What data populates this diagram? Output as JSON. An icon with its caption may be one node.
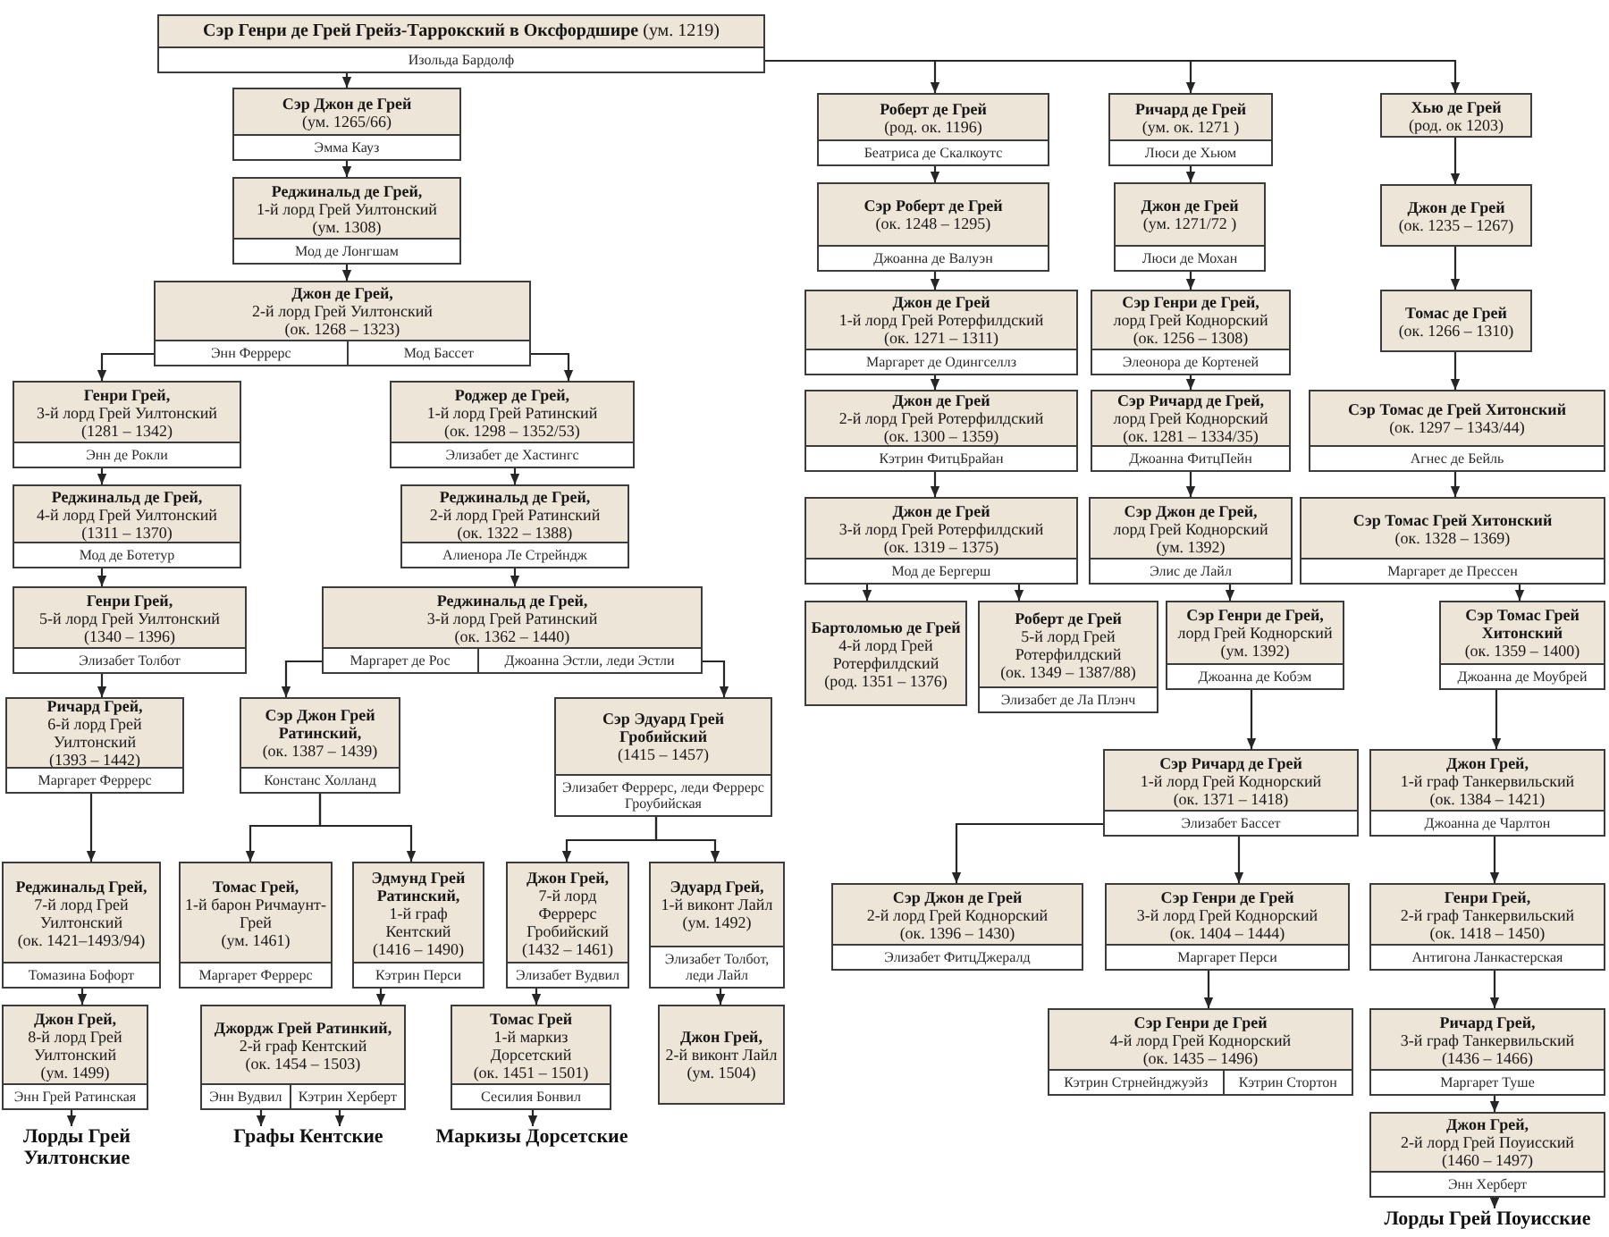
{
  "diagram": {
    "nodes": [
      {
        "text": [
          "**Сэр Генри де Грей Грейз-Таррокский в Оксфордшире** (ум. 1219)",
          "Изольда Бардолф"
        ]
      },
      {
        "text": [
          "**Сэр Джон де Грей** (ум. 1265/66)",
          "Эмма Кауз"
        ]
      },
      {
        "text": [
          "**Реджинальд де Грей,** 1-й лорд Грей Уилтонский (ум. 1308)",
          "Мод де Лонгшам"
        ]
      },
      {
        "text": [
          "**Джон де Грей,** 2-й лорд Грей Уилтонский (ок. 1268 – 1323)",
          "Энн Феррерс",
          "Мод Бассет"
        ]
      },
      {
        "text": [
          "**Генри Грей,** 3-й лорд Грей Уилтонский (1281 – 1342)",
          "Энн де Рокли"
        ]
      },
      {
        "text": [
          "**Роджер де Грей,** 1-й лорд Грей Ратинский (ок. 1298 – 1352/53)",
          "Элизабет де Хастингс"
        ]
      },
      {
        "text": [
          "**Реджинальд де Грей,** 4-й лорд Грей Уилтонский (1311 – 1370)",
          "Мод де Ботетур"
        ]
      },
      {
        "text": [
          "**Реджинальд де Грей,** 2-й лорд Грей Ратинский (ок. 1322 – 1388)",
          "Алиенора Ле Стрейндж"
        ]
      },
      {
        "text": [
          "**Генри Грей,** 5-й лорд Грей Уилтонский (1340 – 1396)",
          "Элизабет Толбот"
        ]
      },
      {
        "text": [
          "**Реджинальд де Грей,** 3-й лорд Грей Ратинский (ок. 1362 – 1440)",
          "Маргарет де Рос",
          "Джоанна Эстли, леди Эстли"
        ]
      },
      {
        "text": [
          "**Ричард Грей,** 6-й лорд Грей Уилтонский (1393 – 1442)",
          "Маргарет Феррерс"
        ]
      },
      {
        "text": [
          "**Сэр Джон Грей Ратинский,** (ок. 1387 – 1439)",
          "Констанс Холланд"
        ]
      },
      {
        "text": [
          "**Сэр Эдуард Грей Гробийский** (1415 – 1457)",
          "Элизабет Феррерс, леди Феррерс Гроубийская"
        ]
      },
      {
        "text": [
          "**Реджинальд Грей,** 7-й лорд Грей Уилтонский (ок. 1421–1493/94)",
          "Томазина Бофорт"
        ]
      },
      {
        "text": [
          "**Томас Грей,** 1-й барон Ричмаунт-Грей (ум. 1461)",
          "Маргарет Феррерс"
        ]
      },
      {
        "text": [
          "**Эдмунд Грей Ратинский,** 1-й граф Кентский (1416 – 1490)",
          "Кэтрин Перси"
        ]
      },
      {
        "text": [
          "**Джон Грей,** 7-й лорд Феррерс Гробийский (1432 – 1461)",
          "Элизабет Вудвил"
        ]
      },
      {
        "text": [
          "**Эдуард Грей,** 1-й виконт Лайл (ум. 1492)",
          "Элизабет Толбот, леди Лайл"
        ]
      },
      {
        "text": [
          "**Джон Грей,** 8-й лорд Грей Уилтонский (ум. 1499)",
          "Энн Грей Ратинская"
        ]
      },
      {
        "text": [
          "**Джордж Грей Ратинкий,** 2-й граф Кентский (ок. 1454 – 1503)",
          "Энн Вудвил",
          "Кэтрин Херберт"
        ]
      },
      {
        "text": [
          "**Томас Грей** 1-й маркиз Дорсетский (ок. 1451 – 1501)",
          "Сесилия Бонвил"
        ]
      },
      {
        "text": [
          "**Джон Грей,** 2-й виконт Лайл (ум. 1504)"
        ]
      },
      {
        "text": [
          "Лорды Грей Уилтонские"
        ]
      },
      {
        "text": [
          "Графы Кентские"
        ]
      },
      {
        "text": [
          "Маркизы Дорсетские"
        ]
      },
      {
        "text": [
          "**Роберт де Грей** (род. ок. 1196)",
          "Беатриса де Скалкоутс"
        ]
      },
      {
        "text": [
          "**Ричард де Грей** (ум. ок. 1271 )",
          "Люси де Хьюм"
        ]
      },
      {
        "text": [
          "**Хью де Грей** (род. ок 1203)"
        ]
      },
      {
        "text": [
          "**Сэр Роберт де Грей** (ок. 1248 – 1295)",
          "Джоанна де Валуэн"
        ]
      },
      {
        "text": [
          "**Джон де Грей** (ум. 1271/72 )",
          "Люси де Мохан"
        ]
      },
      {
        "text": [
          "**Джон де Грей** (ок. 1235 – 1267)"
        ]
      },
      {
        "text": [
          "**Джон де Грей** 1-й лорд Грей Ротерфилдский (ок. 1271 – 1311)",
          "Маргарет де Одингселлз"
        ]
      },
      {
        "text": [
          "**Сэр Генри де Грей,** лорд Грей Коднорский (ок. 1256 – 1308)",
          "Элеонора де Кортеней"
        ]
      },
      {
        "text": [
          "**Томас де Грей** (ок. 1266 – 1310)"
        ]
      },
      {
        "text": [
          "**Джон де Грей** 2-й лорд Грей Ротерфилдский (ок. 1300 – 1359)",
          "Кэтрин ФитцБрайан"
        ]
      },
      {
        "text": [
          "**Сэр Ричард де Грей,** лорд Грей Коднорский (ок. 1281 – 1334/35)",
          "Джоанна ФитцПейн"
        ]
      },
      {
        "text": [
          "**Сэр Томас де Грей Хитонский** (ок. 1297 – 1343/44)",
          "Агнес де Бейль"
        ]
      },
      {
        "text": [
          "**Джон де Грей** 3-й лорд Грей Ротерфилдский (ок. 1319 – 1375)",
          "Мод де Бергерш"
        ]
      },
      {
        "text": [
          "**Сэр Джон де Грей,** лорд Грей Коднорский (ум. 1392)",
          "Элис де Лайл"
        ]
      },
      {
        "text": [
          "**Сэр Томас Грей Хитонский** (ок. 1328 – 1369)",
          "Маргарет де Прессен"
        ]
      },
      {
        "text": [
          "**Бартоломью де Грей** 4-й лорд Грей Ротерфилдский (род. 1351 – 1376)"
        ]
      },
      {
        "text": [
          "**Роберт де Грей** 5-й лорд Грей Ротерфилдский (ок. 1349 – 1387/88)",
          "Элизабет де Ла Плэнч"
        ]
      },
      {
        "text": [
          "**Сэр Генри де Грей,** лорд Грей Коднорский (ум. 1392)",
          "Джоанна де Кобэм"
        ]
      },
      {
        "text": [
          "**Сэр Томас Грей Хитонский** (ок. 1359 – 1400)",
          "Джоанна де Моубрей"
        ]
      },
      {
        "text": [
          "**Сэр Ричард де Грей** 1-й лорд Грей Коднорский (ок. 1371 – 1418)",
          "Элизабет Бассет"
        ]
      },
      {
        "text": [
          "**Джон Грей,** 1-й граф Танкервильский (ок. 1384 – 1421)",
          "Джоанна де Чарлтон"
        ]
      },
      {
        "text": [
          "**Сэр Джон де Грей** 2-й лорд Грей Коднорский (ок. 1396 – 1430)",
          "Элизабет ФитцДжералд"
        ]
      },
      {
        "text": [
          "**Сэр Генри де Грей** 3-й лорд Грей Коднорский (ок. 1404 – 1444)",
          "Маргарет Перси"
        ]
      },
      {
        "text": [
          "**Генри Грей,** 2-й граф Танкервильский (ок. 1418 – 1450)",
          "Антигона Ланкастерская"
        ]
      },
      {
        "text": [
          "**Сэр Генри де Грей** 4-й лорд Грей Коднорский (ок. 1435 – 1496)",
          "Кэтрин Стрнейнджуэйз",
          "Кэтрин Стортон"
        ]
      },
      {
        "text": [
          "**Ричард Грей,** 3-й граф Танкервильский (1436 – 1466)",
          "Маргарет Туше"
        ]
      },
      {
        "text": [
          "**Джон Грей,** 2-й лорд Грей Поуисский (1460 – 1497)",
          "Энн Херберт"
        ]
      },
      {
        "text": [
          "Лорды Грей Поуисские"
        ]
      }
    ],
    "edges": [
      {
        "from": 0,
        "to": 1,
        "arrow": "to"
      },
      {
        "from": 1,
        "to": 2,
        "arrow": "to"
      },
      {
        "from": 2,
        "to": 3,
        "arrow": "to"
      },
      {
        "from": 3,
        "to": 4,
        "arrow": "to"
      },
      {
        "from": 3,
        "to": 5,
        "arrow": "to"
      },
      {
        "from": 4,
        "to": 6,
        "arrow": "to"
      },
      {
        "from": 5,
        "to": 7,
        "arrow": "to"
      },
      {
        "from": 6,
        "to": 8,
        "arrow": "to"
      },
      {
        "from": 7,
        "to": 9,
        "arrow": "to"
      },
      {
        "from": 8,
        "to": 10,
        "arrow": "to"
      },
      {
        "from": 9,
        "to": 11,
        "arrow": "to"
      },
      {
        "from": 9,
        "to": 12,
        "arrow": "to"
      },
      {
        "from": 10,
        "to": 13,
        "arrow": "to"
      },
      {
        "from": 11,
        "to": 14,
        "arrow": "to"
      },
      {
        "from": 11,
        "to": 15,
        "arrow": "to"
      },
      {
        "from": 12,
        "to": 16,
        "arrow": "to"
      },
      {
        "from": 12,
        "to": 17,
        "arrow": "to"
      },
      {
        "from": 13,
        "to": 18,
        "arrow": "to"
      },
      {
        "from": 15,
        "to": 19,
        "arrow": "to"
      },
      {
        "from": 16,
        "to": 20,
        "arrow": "to"
      },
      {
        "from": 17,
        "to": 21,
        "arrow": "to"
      },
      {
        "from": 18,
        "to": 22,
        "arrow": "to"
      },
      {
        "from": 19,
        "to": 23,
        "arrow": "to"
      },
      {
        "from": 19,
        "to": 23,
        "arrow": "to"
      },
      {
        "from": 20,
        "to": 24,
        "arrow": "to"
      },
      {
        "from": 0,
        "to": 25,
        "arrow": "to"
      },
      {
        "from": 0,
        "to": 26,
        "arrow": "to"
      },
      {
        "from": 0,
        "to": 27,
        "arrow": "to"
      },
      {
        "from": 25,
        "to": 28,
        "arrow": "to"
      },
      {
        "from": 26,
        "to": 29,
        "arrow": "to"
      },
      {
        "from": 27,
        "to": 30,
        "arrow": "to"
      },
      {
        "from": 28,
        "to": 31,
        "arrow": "to"
      },
      {
        "from": 29,
        "to": 32,
        "arrow": "to"
      },
      {
        "from": 30,
        "to": 33,
        "arrow": "to"
      },
      {
        "from": 31,
        "to": 34,
        "arrow": "to"
      },
      {
        "from": 32,
        "to": 35,
        "arrow": "to"
      },
      {
        "from": 33,
        "to": 36,
        "arrow": "to"
      },
      {
        "from": 34,
        "to": 37,
        "arrow": "to"
      },
      {
        "from": 35,
        "to": 38,
        "arrow": "to"
      },
      {
        "from": 36,
        "to": 39,
        "arrow": "to"
      },
      {
        "from": 37,
        "to": 40,
        "arrow": "to"
      },
      {
        "from": 37,
        "to": 41,
        "arrow": "to"
      },
      {
        "from": 38,
        "to": 42,
        "arrow": "to"
      },
      {
        "from": 39,
        "to": 43,
        "arrow": "to"
      },
      {
        "from": 42,
        "to": 44,
        "arrow": "to"
      },
      {
        "from": 43,
        "to": 45,
        "arrow": "to"
      },
      {
        "from": 44,
        "to": 46,
        "arrow": "to"
      },
      {
        "from": 44,
        "to": 47,
        "arrow": "to"
      },
      {
        "from": 45,
        "to": 48,
        "arrow": "to"
      },
      {
        "from": 47,
        "to": 49,
        "arrow": "to"
      },
      {
        "from": 48,
        "to": 50,
        "arrow": "to"
      },
      {
        "from": 50,
        "to": 51,
        "arrow": "to"
      },
      {
        "from": 51,
        "to": 52,
        "arrow": "to"
      }
    ]
  }
}
